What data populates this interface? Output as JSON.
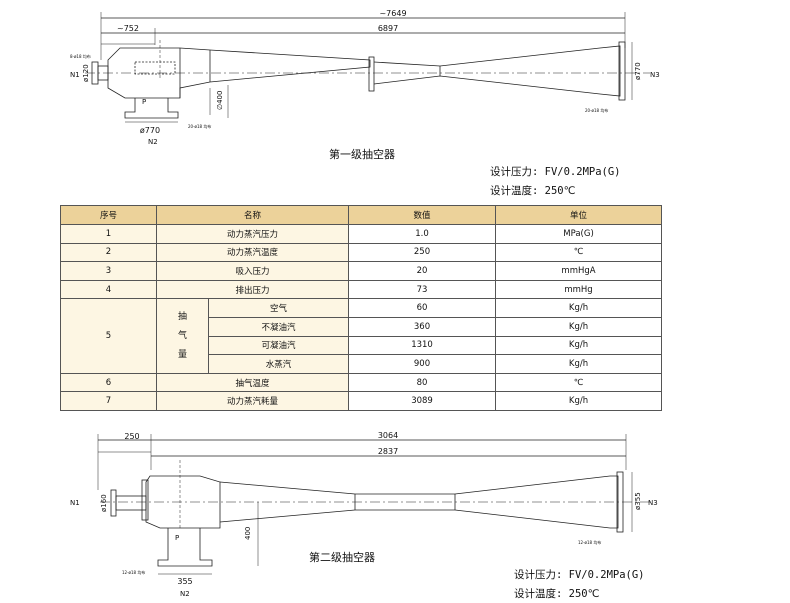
{
  "top_drawing": {
    "dims": {
      "overall": "~7649",
      "left": "~752",
      "main": "6897",
      "d_top_inlet": "ø120",
      "d_outlet": "ø770",
      "d_base": "ø770",
      "height": "∅400",
      "note_in": "8-ø18\n均布",
      "note_base": "20-ø18\n均布",
      "note_out": "20-ø18\n均布"
    },
    "ports": {
      "n1": "N1",
      "n2": "N2",
      "n3": "N3",
      "p": "P"
    },
    "caption": "第一级抽空器",
    "spec_pressure": "设计压力: FV/0.2MPa(G)",
    "spec_temp": "设计温度: 250℃"
  },
  "table": {
    "headers": [
      "序号",
      "名称",
      "数值",
      "单位"
    ],
    "rows": [
      {
        "no": "1",
        "name": "动力蒸汽压力",
        "value": "1.0",
        "unit": "MPa(G)"
      },
      {
        "no": "2",
        "name": "动力蒸汽温度",
        "value": "250",
        "unit": "℃"
      },
      {
        "no": "3",
        "name": "吸入压力",
        "value": "20",
        "unit": "mmHgA"
      },
      {
        "no": "4",
        "name": "排出压力",
        "value": "73",
        "unit": "mmHg"
      }
    ],
    "group": {
      "no": "5",
      "label": [
        "抽",
        "气",
        "量"
      ],
      "rows": [
        {
          "name": "空气",
          "value": "60",
          "unit": "Kg/h"
        },
        {
          "name": "不凝油汽",
          "value": "360",
          "unit": "Kg/h"
        },
        {
          "name": "可凝油汽",
          "value": "1310",
          "unit": "Kg/h"
        },
        {
          "name": "水蒸汽",
          "value": "900",
          "unit": "Kg/h"
        }
      ]
    },
    "tail_rows": [
      {
        "no": "6",
        "name": "抽气温度",
        "value": "80",
        "unit": "℃"
      },
      {
        "no": "7",
        "name": "动力蒸汽耗量",
        "value": "3089",
        "unit": "Kg/h"
      }
    ]
  },
  "bottom_drawing": {
    "dims": {
      "left": "250",
      "overall": "3064",
      "main": "2837",
      "d_inlet": "ø160",
      "d_outlet": "ø355",
      "height": "400",
      "d_base": "355",
      "note_base": "12-ø18\n均布",
      "note_out": "12-ø18\n均布"
    },
    "ports": {
      "n1": "N1",
      "n2": "N2",
      "n3": "N3",
      "p": "P"
    },
    "caption": "第二级抽空器",
    "spec_pressure": "设计压力: FV/0.2MPa(G)",
    "spec_temp": "设计温度: 250℃"
  }
}
